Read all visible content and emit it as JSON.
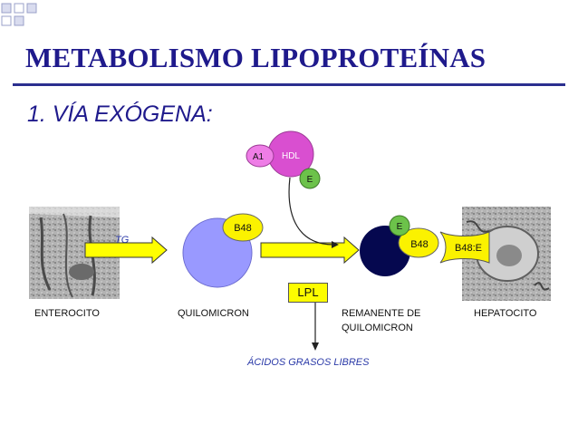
{
  "slide": {
    "title": "METABOLISMO LIPOPROTEÍNAS",
    "subtitle": "1. VÍA EXÓGENA:"
  },
  "labels": {
    "enterocito": "ENTEROCITO",
    "quilomicron": "QUILOMICRON",
    "remanente_line1": "REMANENTE DE",
    "remanente_line2": "QUILOMICRON",
    "hepatocito": "HEPATOCITO",
    "acidos": "ÁCIDOS GRASOS LIBRES",
    "tg": "TG",
    "lpl": "LPL"
  },
  "particles": {
    "hdl": "HDL",
    "a1": "A1",
    "e_hdl": "E",
    "b48_quilomicron": "B48",
    "e_remanente": "E",
    "b48_remanente": "B48",
    "receptor": "B48:E"
  },
  "colors": {
    "title": "#1f1a8c",
    "hdl": "#d94fd0",
    "a1": "#ee7de6",
    "apo_e": "#6cc24a",
    "b48": "#fbf200",
    "quilomicron": "#9999ff",
    "remanente": "#05084f",
    "arrow_fill": "#ffff00"
  }
}
